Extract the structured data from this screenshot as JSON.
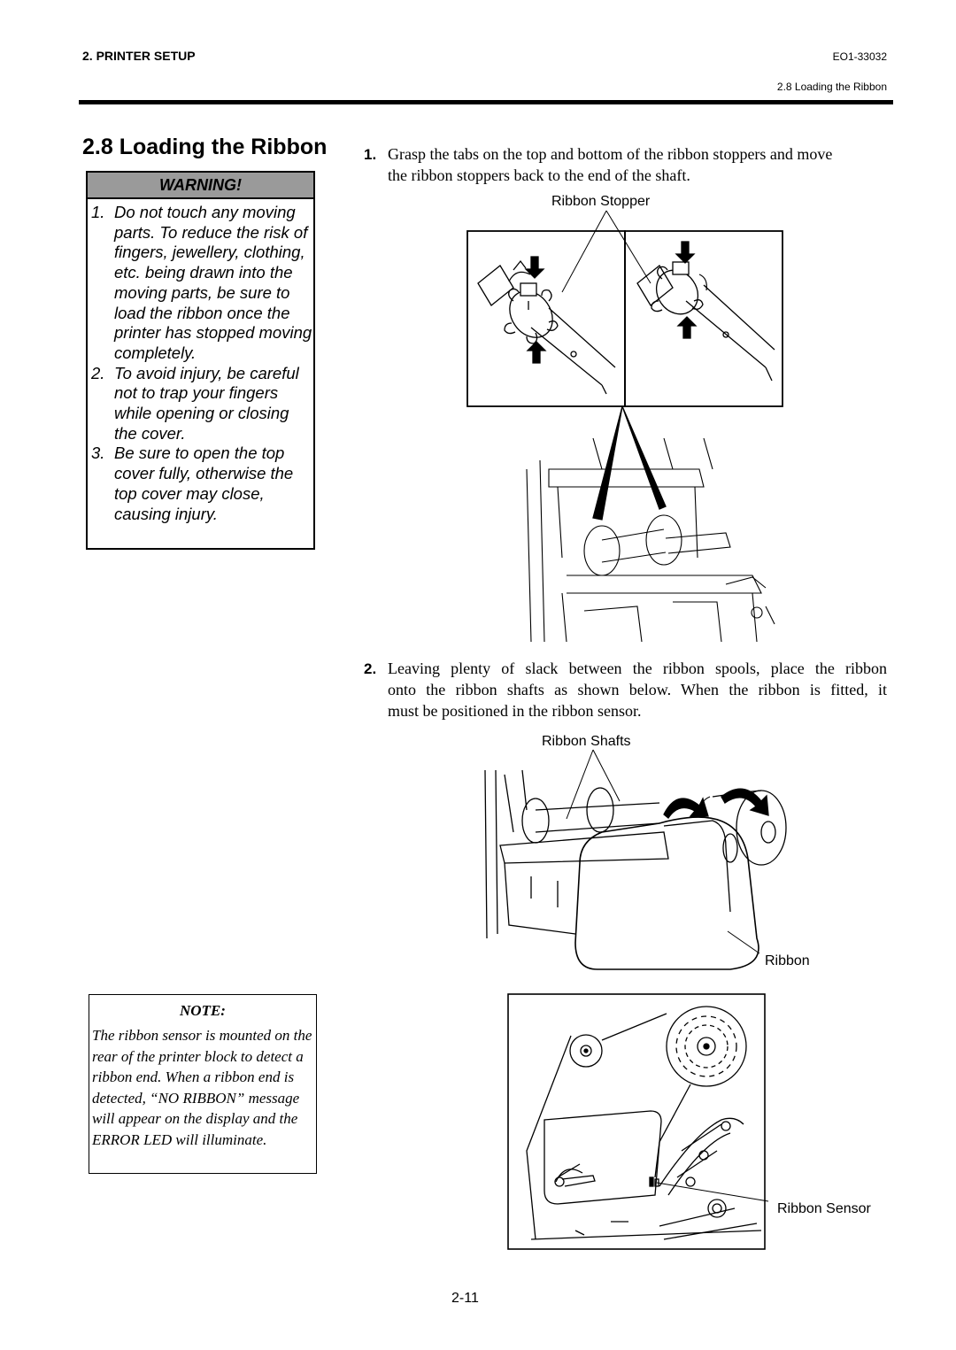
{
  "header": {
    "section": "2. PRINTER SETUP",
    "doc_id": "EO1-33032",
    "subsection": "2.8 Loading the Ribbon"
  },
  "title": "2.8 Loading the Ribbon",
  "warning": {
    "heading": "WARNING!",
    "items": [
      {
        "num": "1.",
        "text": "Do not touch any moving parts.  To reduce the risk of fingers, jewellery, clothing, etc. being drawn into the moving parts, be sure to load the ribbon once the printer has stopped moving completely."
      },
      {
        "num": "2.",
        "text": "To avoid injury, be careful not to trap your fingers while opening or closing the cover."
      },
      {
        "num": "3.",
        "text": "Be sure to open the top cover fully, otherwise the top cover may close, causing injury."
      }
    ]
  },
  "steps": [
    {
      "num": "1.",
      "line1": "Grasp the tabs on the top and bottom of the ribbon stoppers and move",
      "line2": "the ribbon stoppers back to the end of the shaft."
    },
    {
      "num": "2.",
      "line1": "Leaving plenty of slack between the ribbon spools, place the ribbon",
      "line2": "onto the ribbon shafts as shown below.  When the ribbon is fitted, it",
      "line3": "must be positioned in the ribbon sensor."
    }
  ],
  "figure_labels": {
    "ribbon_stopper": "Ribbon Stopper",
    "ribbon_shafts": "Ribbon Shafts",
    "ribbon": "Ribbon",
    "ribbon_sensor": "Ribbon Sensor"
  },
  "note": {
    "title": "NOTE:",
    "text": "The ribbon sensor is mounted on the rear of the printer block to detect a ribbon end.  When a ribbon end is detected, “NO RIBBON” message will appear on the display and the ERROR LED will illuminate."
  },
  "page_number": "2-11"
}
